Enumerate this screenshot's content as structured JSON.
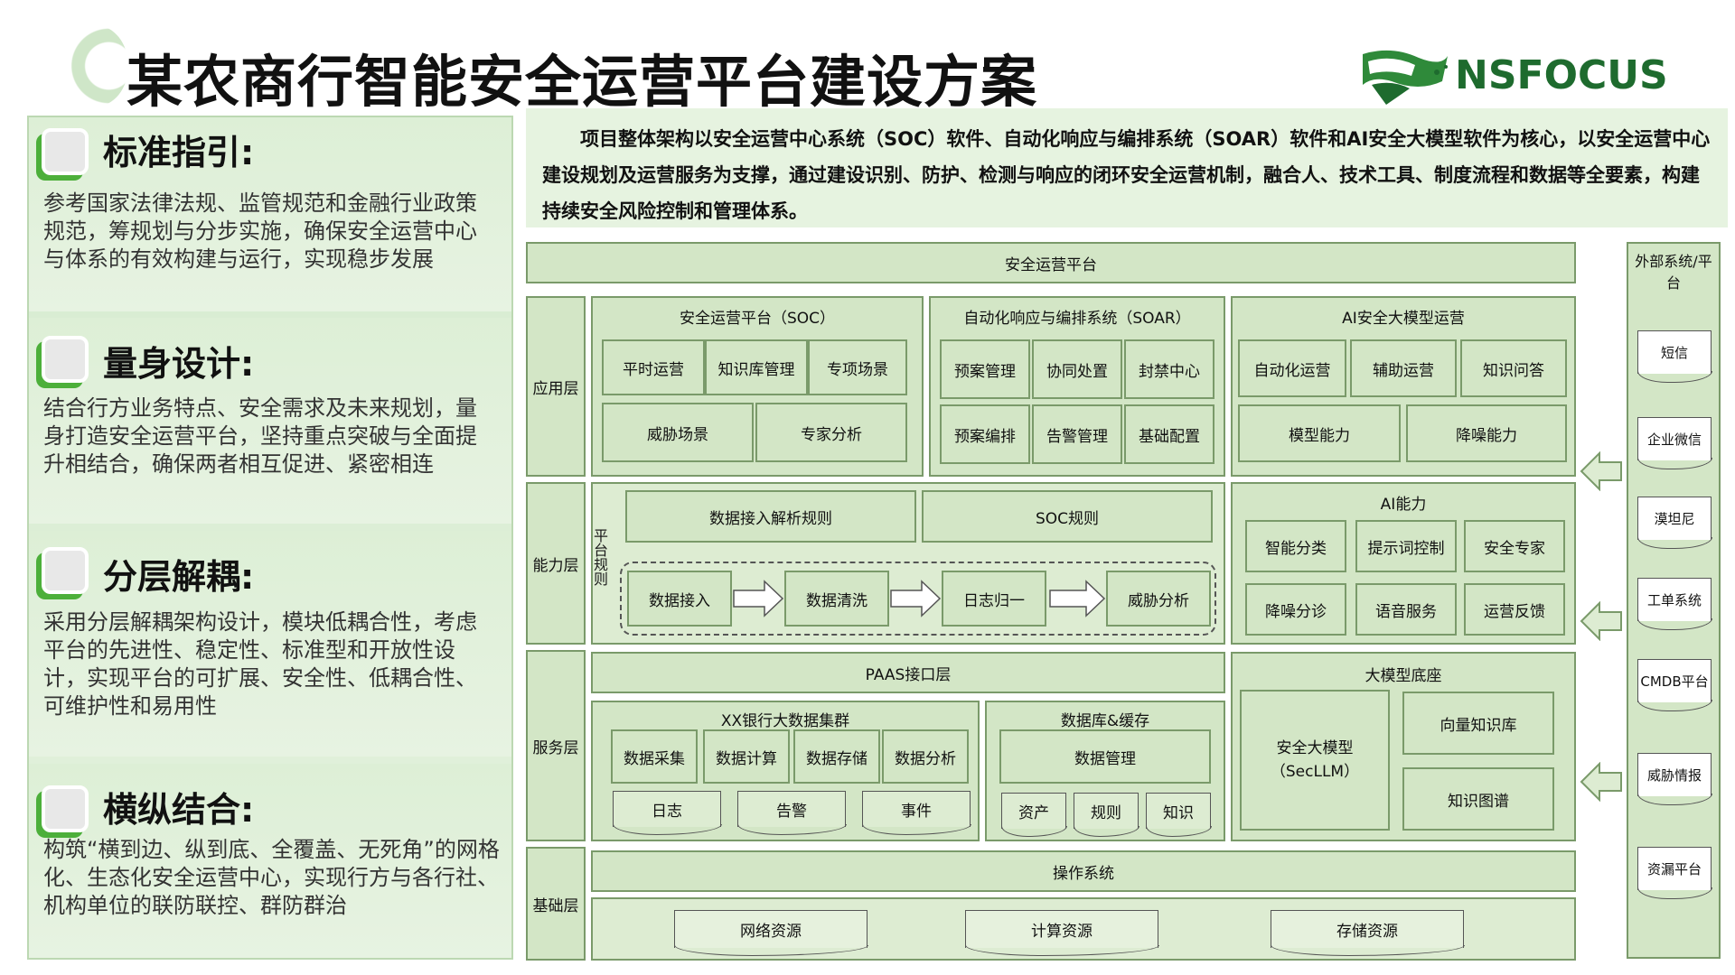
{
  "title": "某农商行智能安全运营平台建设方案",
  "logo": {
    "text": "NSFOCUS"
  },
  "left": [
    {
      "heading": "标准指引:",
      "text": "参考国家法律法规、监管规范和金融行业政策规范，筹规划与分步实施，确保安全运营中心与体系的有效构建与运行，实现稳步发展"
    },
    {
      "heading": "量身设计:",
      "text": "结合行方业务特点、安全需求及未来规划，量身打造安全运营平台，坚持重点突破与全面提升相结合，确保两者相互促进、紧密相连"
    },
    {
      "heading": "分层解耦:",
      "text": "采用分层解耦架构设计，模块低耦合性，考虑平台的先进性、稳定性、标准型和开放性设计，实现平台的可扩展、安全性、低耦合性、可维护性和易用性"
    },
    {
      "heading": "横纵结合:",
      "text": "构筑“横到边、纵到底、全覆盖、无死角”的网格化、生态化安全运营中心，实现行方与各行社、机构单位的联防联控、群防群治"
    }
  ],
  "desc": "项目整体架构以安全运营中心系统（SOC）软件、自动化响应与编排系统（SOAR）软件和AI安全大模型软件为核心，以安全运营中心建设规划及运营服务为支撑，通过建设识别、防护、检测与响应的闭环安全运营机制，融合人、技术工具、制度流程和数据等全要素，构建持续安全风险控制和管理体系。",
  "platform": "安全运营平台",
  "layers": {
    "app": "应用层",
    "cap": "能力层",
    "svc": "服务层",
    "base": "基础层"
  },
  "soc": {
    "title": "安全运营平台（SOC）",
    "items": [
      "平时运营",
      "知识库管理",
      "专项场景",
      "威胁场景",
      "专家分析"
    ]
  },
  "soar": {
    "title": "自动化响应与编排系统（SOAR）",
    "items": [
      "预案管理",
      "协同处置",
      "封禁中心",
      "预案编排",
      "告警管理",
      "基础配置"
    ]
  },
  "ai_ops": {
    "title": "AI安全大模型运营",
    "items": [
      "自动化运营",
      "辅助运营",
      "知识问答",
      "模型能力",
      "降噪能力"
    ]
  },
  "cap": {
    "side": "平台规则",
    "rules": [
      "数据接入解析规则",
      "SOC规则"
    ],
    "flow": [
      "数据接入",
      "数据清洗",
      "日志归一",
      "威胁分析"
    ]
  },
  "ai_cap": {
    "title": "AI能力",
    "items": [
      "智能分类",
      "提示词控制",
      "安全专家",
      "降噪分诊",
      "语音服务",
      "运营反馈"
    ]
  },
  "paas": "PAAS接口层",
  "bigdata": {
    "title": "XX银行大数据集群",
    "items": [
      "数据采集",
      "数据计算",
      "数据存储",
      "数据分析"
    ],
    "docs": [
      "日志",
      "告警",
      "事件"
    ]
  },
  "db": {
    "title": "数据库&缓存",
    "mgmt": "数据管理",
    "docs": [
      "资产",
      "规则",
      "知识"
    ]
  },
  "model": {
    "title": "大模型底座",
    "llm": "安全大模型\n（SecLLM）",
    "vec": "向量知识库",
    "kg": "知识图谱"
  },
  "os": "操作系统",
  "resources": [
    "网络资源",
    "计算资源",
    "存储资源"
  ],
  "external": {
    "title": "外部系统/平台",
    "items": [
      "短信",
      "企业微信",
      "漠坦尼",
      "工单系统",
      "CMDB平台",
      "威胁情报",
      "资漏平台"
    ]
  },
  "colors": {
    "accent": "#4caf3a",
    "box": "#d3e6c6",
    "border": "#7a9a6a",
    "panel": "#e6f3e0"
  }
}
